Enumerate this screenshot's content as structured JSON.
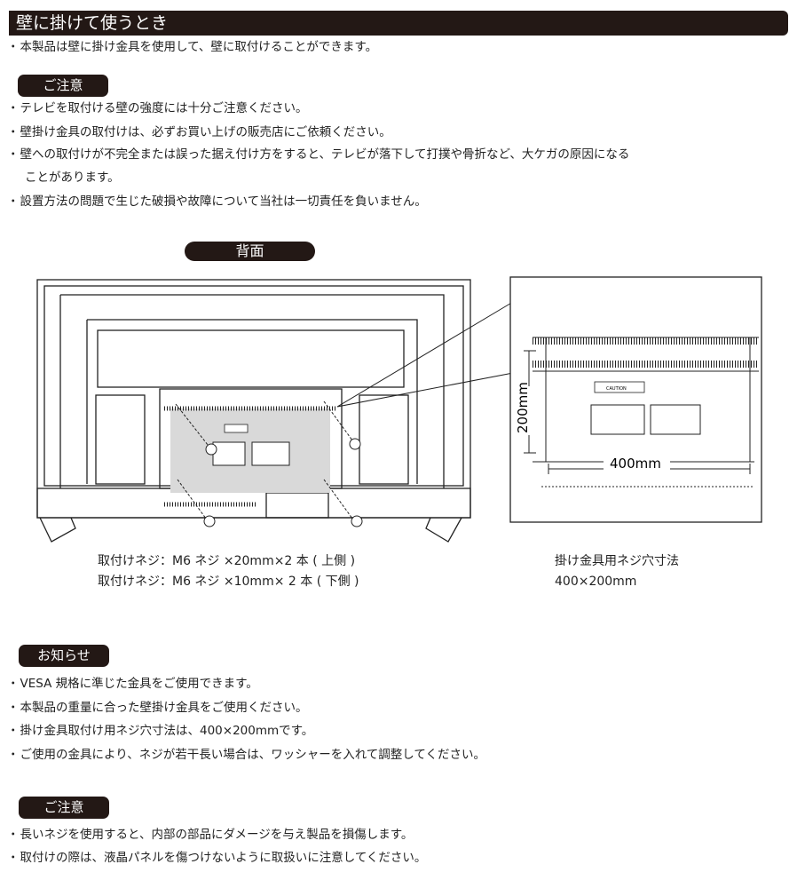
{
  "title": "壁に掛けて使うとき",
  "intro": "本製品は壁に掛け金具を使用して、壁に取付けることができます。",
  "caution1": {
    "label": "ご注意",
    "items": [
      "テレビを取付ける壁の強度には十分ご注意ください。",
      "壁掛け金具の取付けは、必ずお買い上げの販売店にご依頼ください。",
      "壁への取付けが不完全または誤った据え付け方をすると、テレビが落下して打撲や骨折など、大ケガの原因になる",
      "設置方法の問題で生じた破損や故障について当社は一切責任を負いません。"
    ],
    "continuation": "ことがあります。"
  },
  "diagram": {
    "label": "背面",
    "caution_sticker": "CAUTION",
    "dim_height": "200mm",
    "dim_width": "400mm",
    "screw_captions": [
      "取付けネジ：M6 ネジ ×20mm×2 本 ( 上側 )",
      "取付けネジ：M6 ネジ ×10mm× 2 本 ( 下側 )"
    ],
    "hole_caption": "掛け金具用ネジ穴寸法",
    "hole_size": "400×200mm"
  },
  "notice": {
    "label": "お知らせ",
    "items": [
      "VESA 規格に準じた金具をご使用できます。",
      "本製品の重量に合った壁掛け金具をご使用ください。",
      "掛け金具取付け用ネジ穴寸法は、400×200mmです。",
      "ご使用の金具により、ネジが若干長い場合は、ワッシャーを入れて調整してください。"
    ]
  },
  "caution2": {
    "label": "ご注意",
    "items": [
      "長いネジを使用すると、内部の部品にダメージを与え製品を損傷します。",
      "取付けの際は、液晶パネルを傷つけないように取扱いに注意してください。"
    ]
  }
}
